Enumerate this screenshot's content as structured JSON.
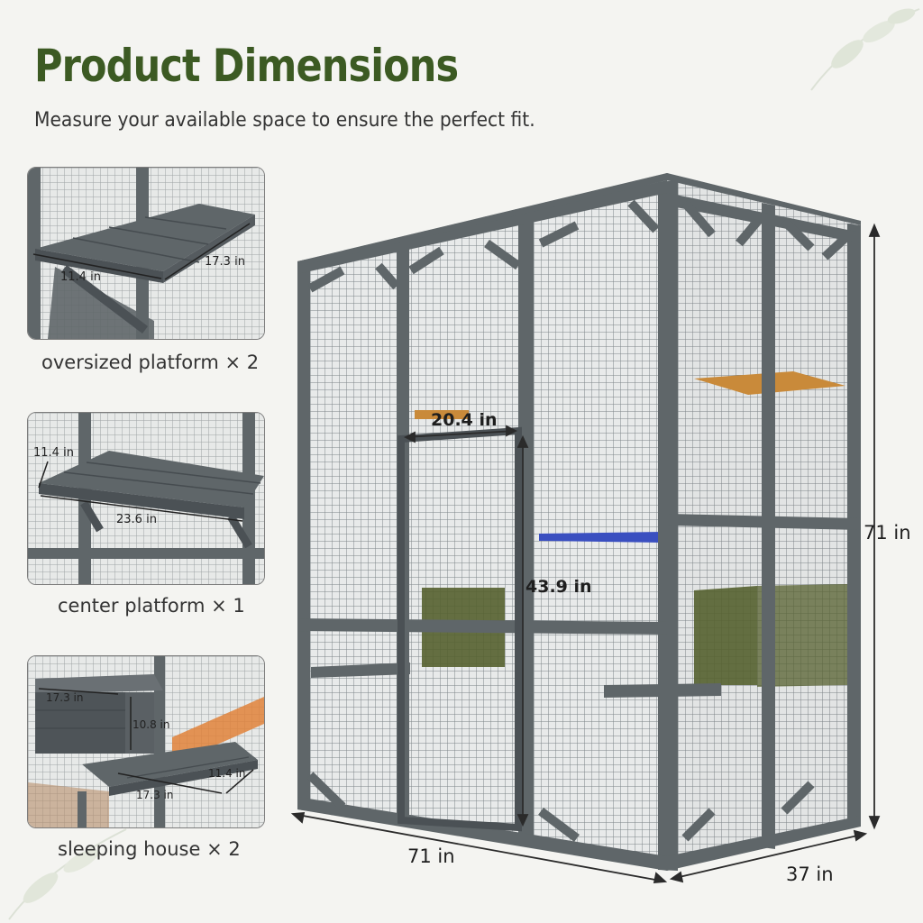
{
  "header": {
    "title": "Product Dimensions",
    "subtitle": "Measure your available space to ensure the perfect fit."
  },
  "details": [
    {
      "caption": "oversized platform × 2",
      "dim_a": "11.4 in",
      "dim_b": "17.3 in"
    },
    {
      "caption": "center platform × 1",
      "dim_a": "11.4 in",
      "dim_b": "23.6 in"
    },
    {
      "caption": "sleeping house  × 2",
      "dim_a": "17.3 in",
      "dim_b": "10.8 in",
      "dim_c": "11.4 in",
      "dim_d": "17.3 in"
    }
  ],
  "main": {
    "door_width": "20.4 in",
    "door_height": "43.9 in",
    "height": "71 in",
    "width": "71 in",
    "depth": "37 in"
  },
  "colors": {
    "title_green": "#3c5a23",
    "frame_gray": "#5f6669",
    "panel_green": "#55602f",
    "platform_orange": "#c98a3a",
    "bar_blue": "#3a4fc0",
    "dimension_line": "#2b2b2b"
  }
}
